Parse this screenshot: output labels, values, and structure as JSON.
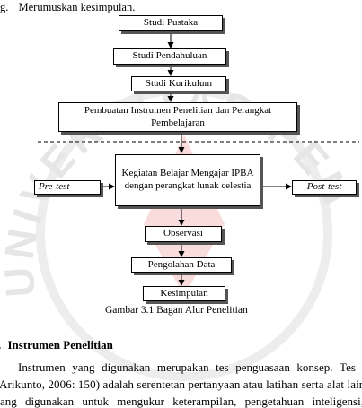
{
  "top_item": {
    "marker": "g.",
    "text": "Merumuskan kesimpulan."
  },
  "flow": {
    "studi_pustaka": "Studi Pustaka",
    "studi_pendahuluan": "Studi Pendahuluan",
    "studi_kurikulum": "Studi Kurikulum",
    "pembuatan_line1": "Pembuatan Instrumen Penelitian dan Perangkat",
    "pembuatan_line2": "Pembelajaran",
    "kbm_line1": "Kegiatan Belajar Mengajar IPBA",
    "kbm_line2": "dengan perangkat lunak celestia",
    "pre_test": "Pre-test",
    "post_test": "Post-test",
    "observasi": "Observasi",
    "pengolahan": "Pengolahan Data",
    "kesimpulan": "Kesimpulan"
  },
  "caption": "Gambar 3.1 Bagan Alur Penelitian",
  "section": {
    "number_fragment": ".",
    "title": "Instrumen Penelitian"
  },
  "paragraph": {
    "line1_a": "Instrumen",
    "line1_b": "yang",
    "line1_c": "digunakan",
    "line1_d": "merupakan",
    "line1_e": "tes",
    "line1_f": "penguasaan",
    "line1_g": "konsep.",
    "line1_h": "Tes",
    "line2": "Arikunto, 2006: 150) adalah serentetan pertanyaan atau latihan serta alat lain",
    "line3": "ang digunakan untuk mengukur keterampilan, pengetahuan inteligensi,"
  },
  "watermark": {
    "text": "UNIVERSITAS PENDIDIKAN INDONESIA",
    "color": "#e8e8e8",
    "accent_color": "#f6c9c9"
  }
}
